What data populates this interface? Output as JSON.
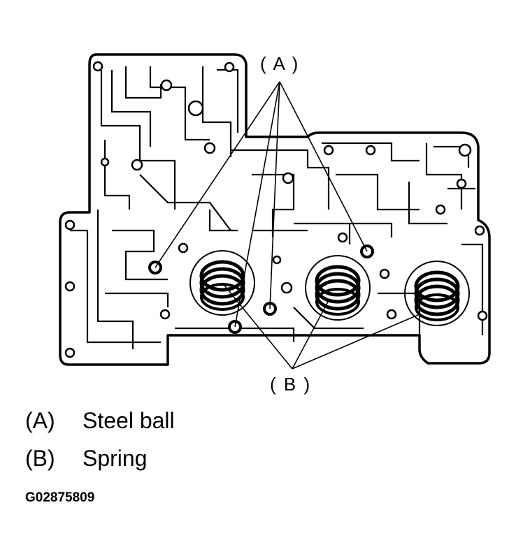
{
  "callouts": {
    "a": "( A )",
    "b": "( B )"
  },
  "legend": [
    {
      "key": "(A)",
      "label": "Steel ball"
    },
    {
      "key": "(B)",
      "label": "Spring"
    }
  ],
  "figure_id": "G02875809"
}
